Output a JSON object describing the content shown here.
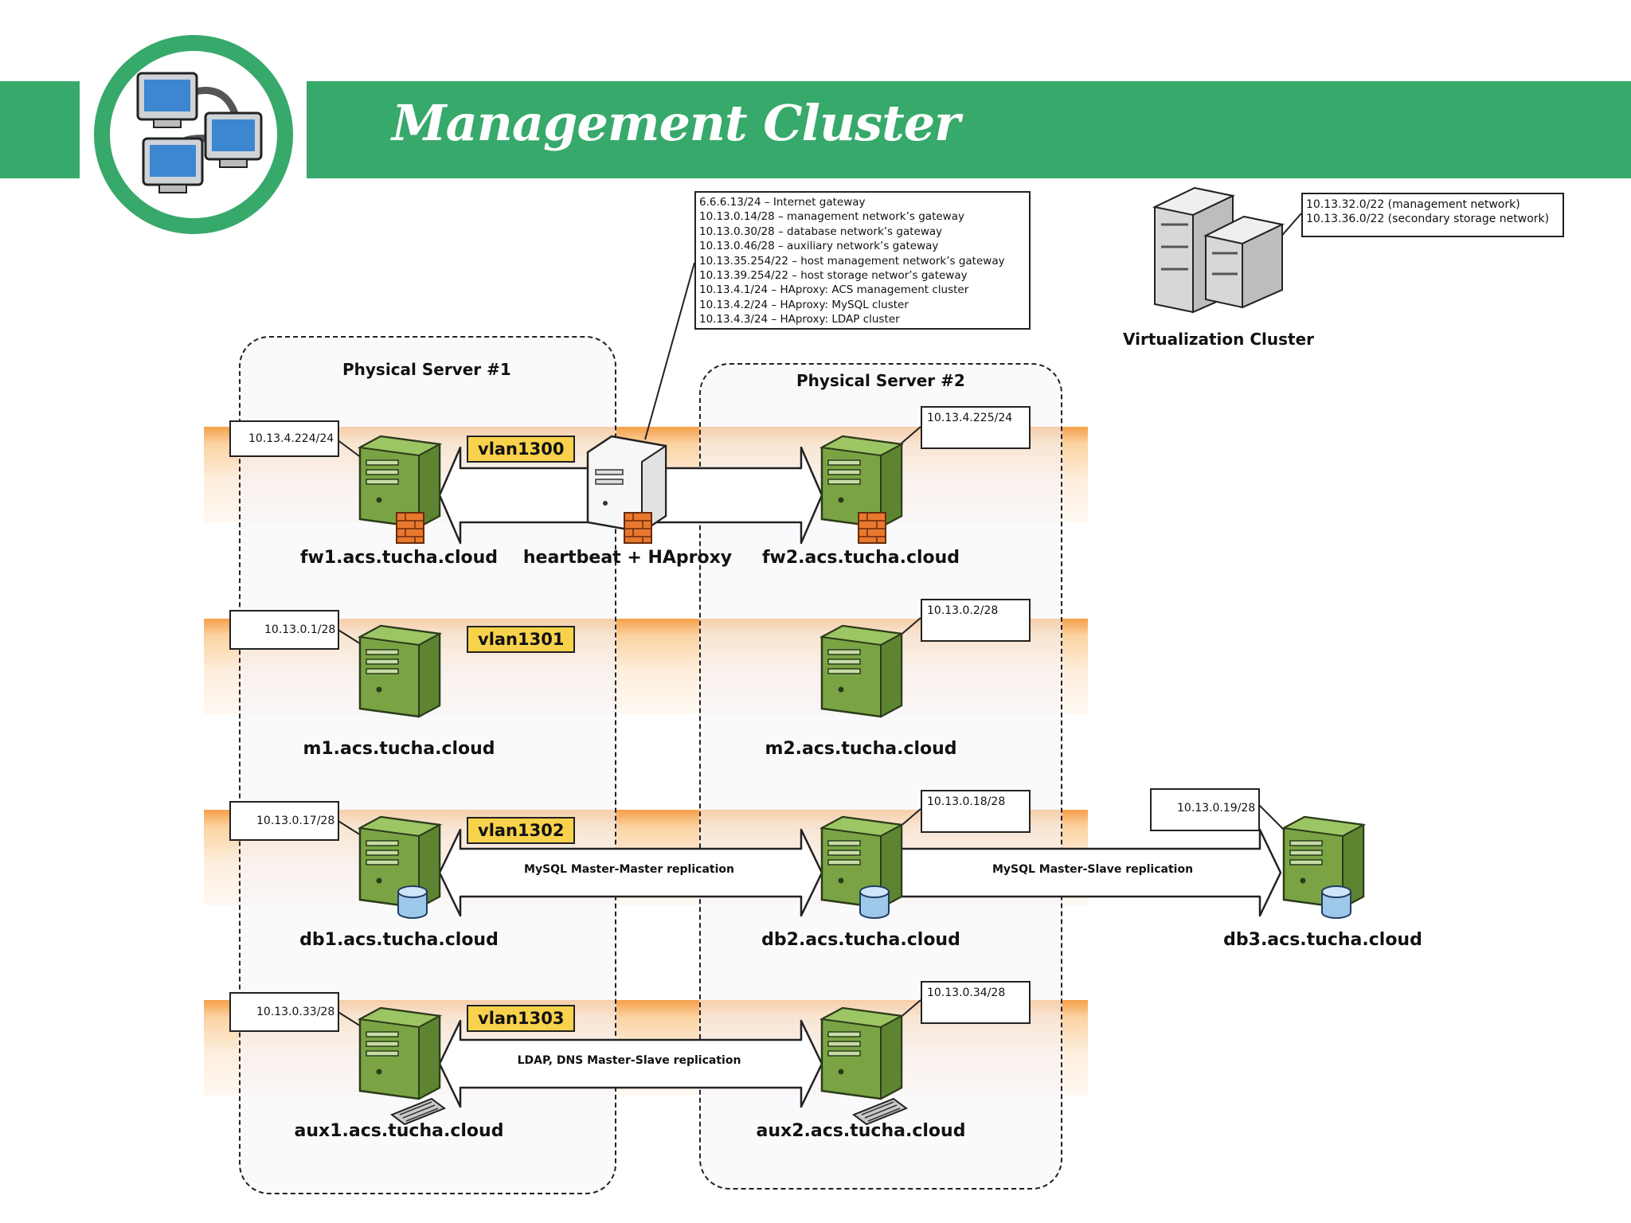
{
  "header": {
    "title": "Management Cluster",
    "accent_color": "#37a96b"
  },
  "gateway_list": [
    "6.6.6.13/24 – Internet gateway",
    "10.13.0.14/28 – management network’s gateway",
    "10.13.0.30/28 – database network’s gateway",
    "10.13.0.46/28 – auxiliary network’s gateway",
    "10.13.35.254/22 – host management network’s gateway",
    "10.13.39.254/22 – host storage networ’s gateway",
    "10.13.4.1/24 – HAproxy: ACS management cluster",
    "10.13.4.2/24 – HAproxy: MySQL cluster",
    "10.13.4.3/24 – HAproxy: LDAP cluster"
  ],
  "virtualization": {
    "label": "Virtualization Cluster",
    "networks": [
      "10.13.32.0/22 (management network)",
      "10.13.36.0/22 (secondary storage network)"
    ]
  },
  "groups": {
    "server1": "Physical Server #1",
    "server2": "Physical Server #2"
  },
  "vlans": [
    "vlan1300",
    "vlan1301",
    "vlan1302",
    "vlan1303"
  ],
  "hosts": {
    "fw1": {
      "name": "fw1.acs.tucha.cloud",
      "ip": "10.13.4.224/24"
    },
    "fw2": {
      "name": "fw2.acs.tucha.cloud",
      "ip": "10.13.4.225/24"
    },
    "ha": {
      "name": "heartbeat + HAproxy"
    },
    "m1": {
      "name": "m1.acs.tucha.cloud",
      "ip": "10.13.0.1/28"
    },
    "m2": {
      "name": "m2.acs.tucha.cloud",
      "ip": "10.13.0.2/28"
    },
    "db1": {
      "name": "db1.acs.tucha.cloud",
      "ip": "10.13.0.17/28"
    },
    "db2": {
      "name": "db2.acs.tucha.cloud",
      "ip": "10.13.0.18/28"
    },
    "db3": {
      "name": "db3.acs.tucha.cloud",
      "ip": "10.13.0.19/28"
    },
    "aux1": {
      "name": "aux1.acs.tucha.cloud",
      "ip": "10.13.0.33/28"
    },
    "aux2": {
      "name": "aux2.acs.tucha.cloud",
      "ip": "10.13.0.34/28"
    }
  },
  "links": {
    "db_mm": "MySQL Master-Master replication",
    "db_ms": "MySQL Master-Slave replication",
    "aux": "LDAP, DNS Master-Slave replication"
  }
}
